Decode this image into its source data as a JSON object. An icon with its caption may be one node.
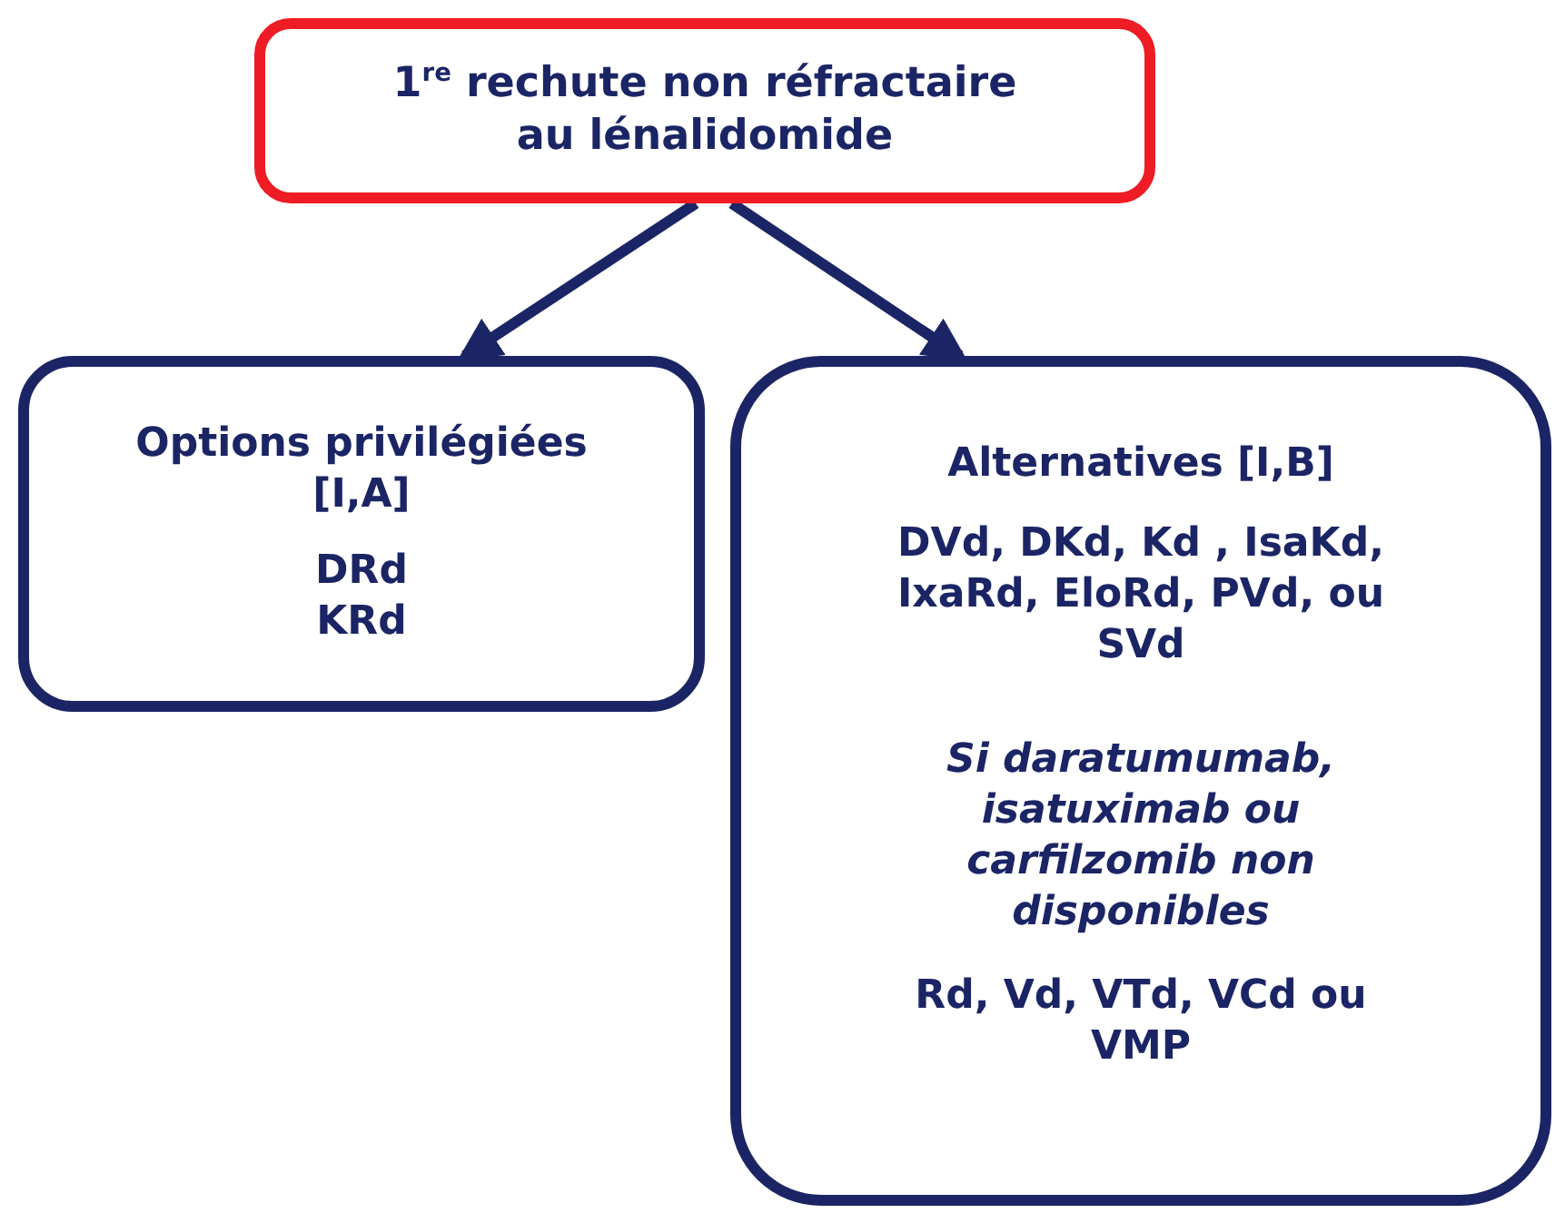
{
  "diagram": {
    "nodes": [
      {
        "text": [
          "1$^{re}$ rechute non réfractaire au lénalidomide"
        ]
      },
      {
        "text": [
          "Options privilégiées [I,A]",
          "DRd",
          "KRd"
        ]
      },
      {
        "text": [
          "Alternatives [I,B]",
          "DVd, DKd, Kd , IsaKd, IxaRd, EloRd, PVd, ou SVd",
          "Si daratumumab, isatuximab ou carfilzomib non disponibles",
          "Rd, Vd, VTd, VCd ou VMP"
        ]
      }
    ],
    "edges": [
      {
        "from": 0,
        "to": 1,
        "arrow": "to"
      },
      {
        "from": 0,
        "to": 2,
        "arrow": "to"
      }
    ]
  }
}
